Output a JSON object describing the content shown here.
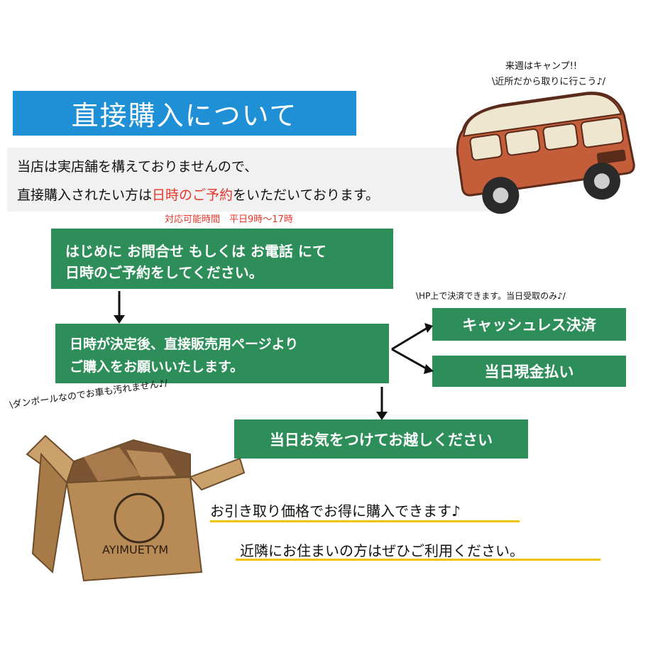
{
  "header": {
    "title": "直接購入について"
  },
  "intro": {
    "line1": "当店は実店舗を構えておりませんので、",
    "line2_pre": "直接購入されたい方は",
    "line2_highlight": "日時のご予約",
    "line2_post": "をいただいております。"
  },
  "hours_note": "対応可能時間　平日9時〜17時",
  "steps": {
    "step1_line1": "はじめに お問合せ もしくは お電話 にて",
    "step1_line2": "日時のご予約をしてください。",
    "step2_line1": "日時が決定後、直接販売用ページより",
    "step2_line2": "ご購入をお願いいたします。",
    "payment_note": "\\HP上で決済できます。当日受取のみ♪/",
    "option_cashless": "キャッシュレス決済",
    "option_cash": "当日現金払い",
    "step3": "当日お気をつけてお越しください"
  },
  "van": {
    "note_line1": "来週はキャンプ!!",
    "note_line2": "\\近所だから取りに行こう♪/"
  },
  "box_image": {
    "note": "\\ダンボールなのでお車も汚れません♪/",
    "logo_text": "AYIMUETYM"
  },
  "promo": {
    "line1": "お引き取り価格でお得に購入できます♪",
    "line2": "近隣にお住まいの方はぜひご利用ください。"
  },
  "colors": {
    "title_blue": "#1f8fd6",
    "box_green": "#2e8e5a",
    "highlight_red": "#e8352b",
    "underline_yellow": "#f2c200"
  }
}
